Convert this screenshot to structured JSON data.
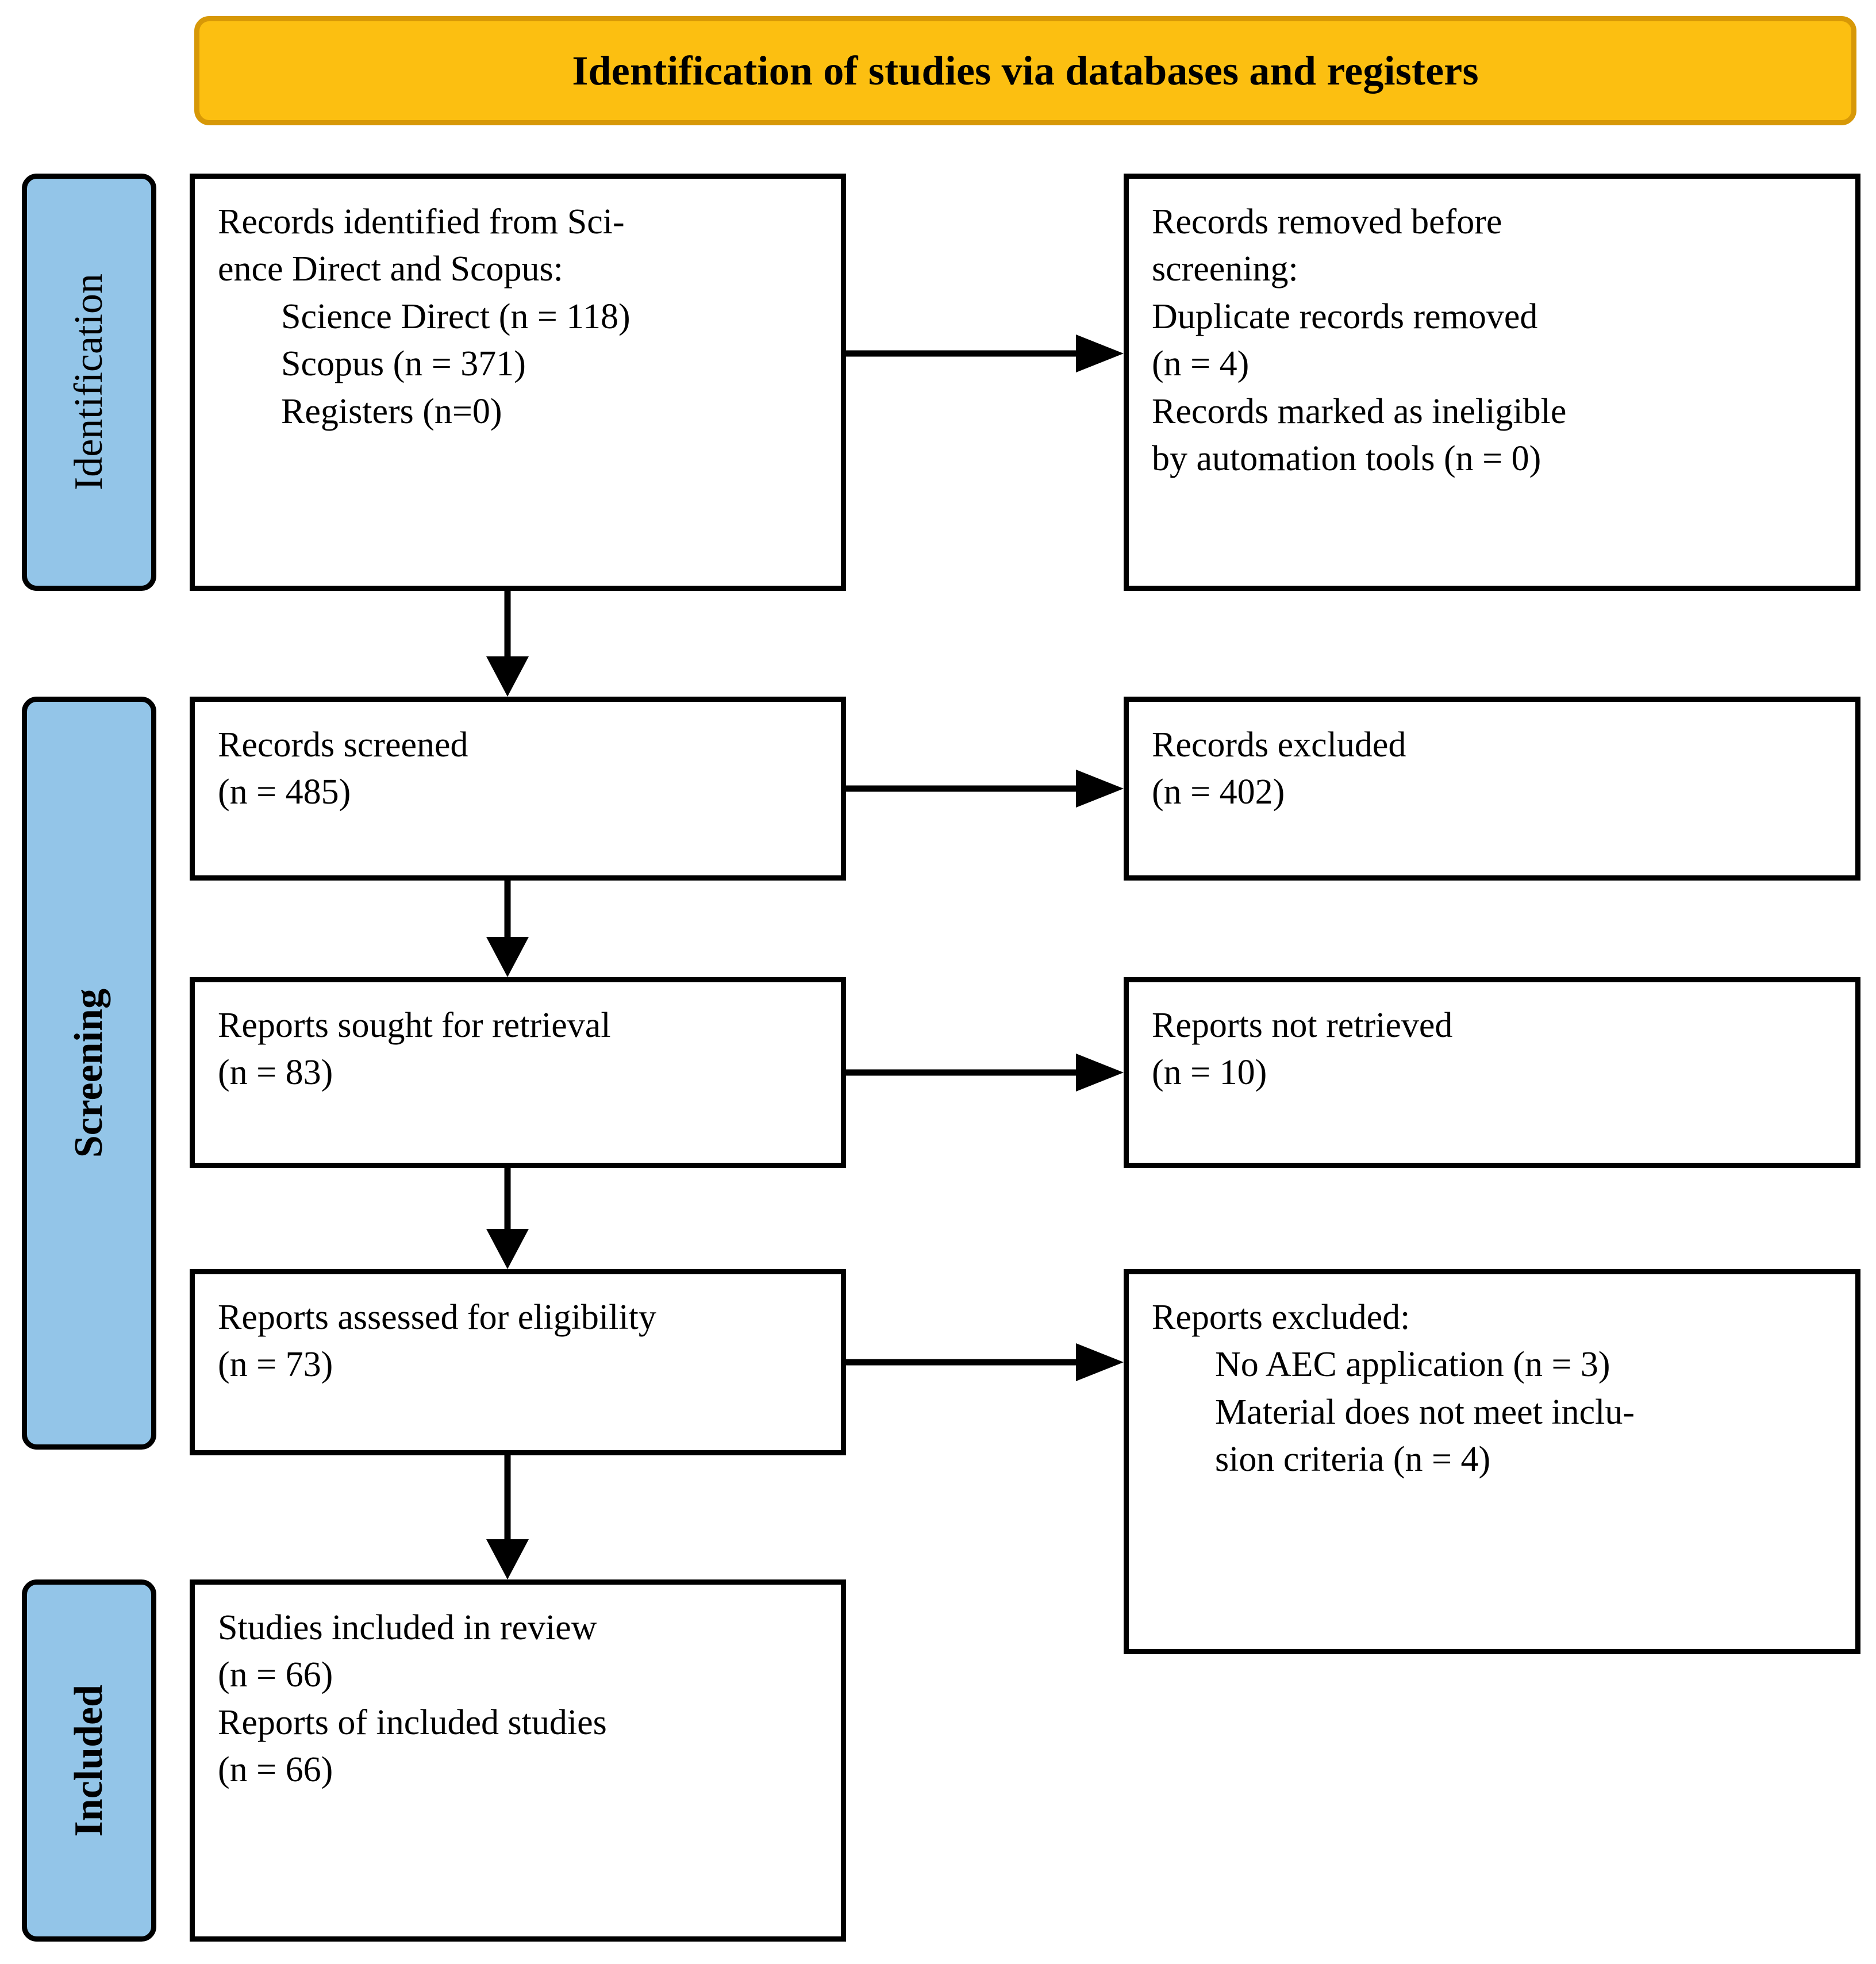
{
  "header": {
    "title": "Identification of studies via databases and registers",
    "fill_color": "#FCBF11",
    "border_color": "#D79807"
  },
  "stages": {
    "fill_color": "#93C5E8",
    "border_color": "#000000",
    "items": [
      {
        "key": "identification",
        "label": "Identification",
        "bold": false
      },
      {
        "key": "screening",
        "label": "Screening",
        "bold": true
      },
      {
        "key": "included",
        "label": "Included",
        "bold": true
      }
    ]
  },
  "boxes": {
    "identified": {
      "line1": "Records identified from Sci-",
      "line2": "ence Direct and Scopus:",
      "sub1": "Science Direct (n = 118)",
      "sub2": "Scopus (n = 371)",
      "sub3": "Registers (n=0)"
    },
    "removed": {
      "line1": "Records removed before",
      "line2": "screening:",
      "line3": "Duplicate records removed",
      "line4": "(n = 4)",
      "line5": "Records marked as ineligible",
      "line6": "by automation tools (n = 0)"
    },
    "screened": {
      "line1": "Records screened",
      "line2": "(n = 485)"
    },
    "excluded": {
      "line1": "Records excluded",
      "line2": "(n = 402)"
    },
    "sought": {
      "line1": "Reports sought for retrieval",
      "line2": "(n = 83)"
    },
    "not_retrieved": {
      "line1": "Reports not retrieved",
      "line2": "(n = 10)"
    },
    "assessed": {
      "line1": "Reports assessed for eligibility",
      "line2": "(n = 73)"
    },
    "reports_excluded": {
      "line1": "Reports excluded:",
      "sub1": "No AEC application (n = 3)",
      "sub2": "Material does not meet inclu-",
      "sub3": "sion criteria (n = 4)"
    },
    "included": {
      "line1": "Studies included in review",
      "line2": "(n = 66)",
      "line3": "Reports of included studies",
      "line4": "(n = 66)"
    }
  },
  "arrows": {
    "identified_to_removed": "arrow-right",
    "identified_to_screened": "arrow-down",
    "screened_to_excluded": "arrow-right",
    "screened_to_sought": "arrow-down",
    "sought_to_notretrieved": "arrow-right",
    "sought_to_assessed": "arrow-down",
    "assessed_to_repexcluded": "arrow-right",
    "assessed_to_included": "arrow-down"
  }
}
